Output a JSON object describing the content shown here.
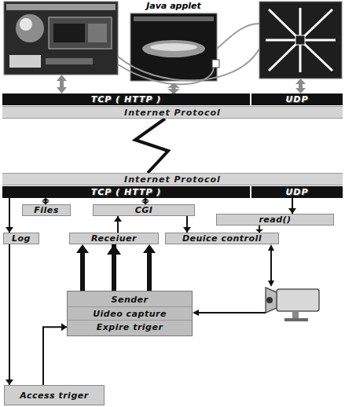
{
  "diagram": {
    "nodes": [
      {
        "text": [
          "Java applet"
        ]
      },
      {
        "text": [
          "TCP ( HTTP )"
        ]
      },
      {
        "text": [
          "UDP"
        ]
      },
      {
        "text": [
          "Internet Protocol"
        ]
      },
      {
        "text": [
          "Internet Protocol"
        ]
      },
      {
        "text": [
          "TCP ( HTTP )"
        ]
      },
      {
        "text": [
          "UDP"
        ]
      },
      {
        "text": [
          "Files"
        ]
      },
      {
        "text": [
          "CGI"
        ]
      },
      {
        "text": [
          "read()"
        ]
      },
      {
        "text": [
          "Log"
        ]
      },
      {
        "text": [
          "Receiuer"
        ]
      },
      {
        "text": [
          "Deuice controll"
        ]
      },
      {
        "text": [
          "Sender",
          "Uideo capture",
          "Expire triger"
        ]
      },
      {
        "text": [
          "Access triger"
        ]
      }
    ],
    "edges": [
      {
        "from": 0,
        "to": 1,
        "arrow": "both"
      },
      {
        "from": 3,
        "to": 4,
        "arrow": "none"
      },
      {
        "from": 5,
        "to": 7,
        "arrow": "both"
      },
      {
        "from": 5,
        "to": 8,
        "arrow": "both"
      },
      {
        "from": 6,
        "to": 9,
        "arrow": "to"
      },
      {
        "from": 5,
        "to": 10,
        "arrow": "to"
      },
      {
        "from": 11,
        "to": 8,
        "arrow": "to"
      },
      {
        "from": 8,
        "to": 12,
        "arrow": "to"
      },
      {
        "from": 9,
        "to": 12,
        "arrow": "to"
      },
      {
        "from": 13,
        "to": 11,
        "arrow": "to"
      },
      {
        "from": 10,
        "to": 14,
        "arrow": "to"
      },
      {
        "from": 14,
        "to": 13,
        "arrow": "to"
      }
    ]
  }
}
